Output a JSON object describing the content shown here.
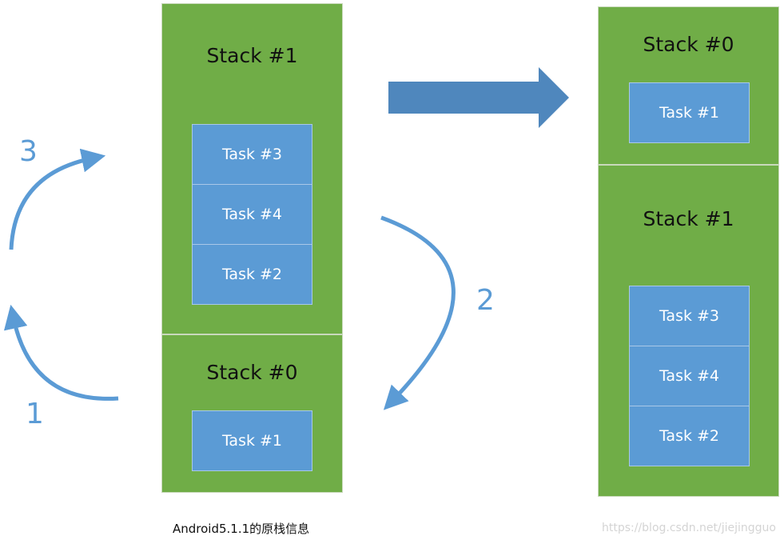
{
  "left_column": {
    "upper_stack": {
      "title": "Stack #1",
      "tasks": [
        "Task #3",
        "Task #4",
        "Task #2"
      ]
    },
    "lower_stack": {
      "title": "Stack #0",
      "tasks": [
        "Task #1"
      ]
    }
  },
  "right_column": {
    "upper_stack": {
      "title": "Stack #0",
      "tasks": [
        "Task #1"
      ]
    },
    "lower_stack": {
      "title": "Stack #1",
      "tasks": [
        "Task #3",
        "Task #4",
        "Task #2"
      ]
    }
  },
  "steps": [
    "1",
    "2",
    "3"
  ],
  "caption": "Android5.1.1的原栈信息",
  "watermark": "https://blog.csdn.net/jiejingguo",
  "colors": {
    "stack": "#70ad47",
    "task": "#5b9bd5",
    "arrow": "#5b9bd5",
    "big_arrow": "#4f87bd"
  }
}
